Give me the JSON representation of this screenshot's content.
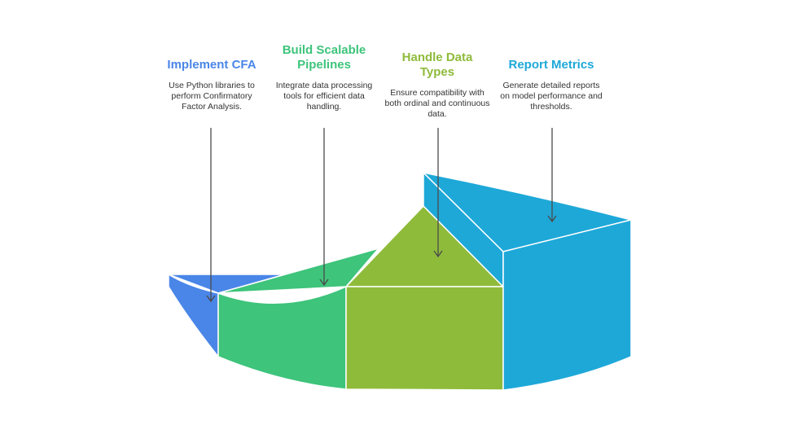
{
  "colors": {
    "blue": "#4a86e8",
    "green": "#3ec47b",
    "olive": "#8fbb3b",
    "cyan": "#1ea8d8",
    "arrow": "#4a4a4a",
    "edge": "#ffffff"
  },
  "segments": [
    {
      "id": "cfa",
      "title": "Implement CFA",
      "description": "Use Python libraries to perform Confirmatory Factor Analysis.",
      "color": "#4a86e8"
    },
    {
      "id": "pipelines",
      "title": "Build Scalable Pipelines",
      "description": "Integrate data processing tools for efficient data handling.",
      "color": "#3ec47b"
    },
    {
      "id": "types",
      "title": "Handle Data Types",
      "description": "Ensure compatibility with both ordinal and continuous data.",
      "color": "#8fbb3b"
    },
    {
      "id": "metrics",
      "title": "Report Metrics",
      "description": "Generate detailed reports on model performance and thresholds.",
      "color": "#1ea8d8"
    }
  ]
}
